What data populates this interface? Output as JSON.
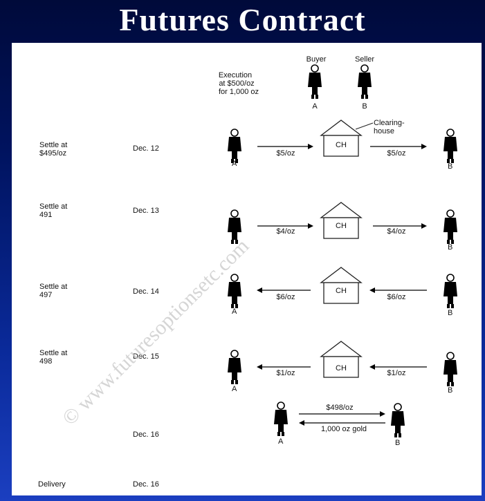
{
  "title": "Futures Contract",
  "execution": {
    "lines": [
      "Execution",
      "at $500/oz",
      "for 1,000 oz"
    ],
    "buyer": "Buyer",
    "seller": "Seller",
    "buyer_id": "A",
    "seller_id": "B"
  },
  "clearinghouse_note": [
    "Clearing-",
    "house"
  ],
  "ch_label": "CH",
  "rows": [
    {
      "settle": [
        "Settle at",
        "$495/oz"
      ],
      "date": "Dec. 12",
      "left_amount": "$5/oz",
      "right_amount": "$5/oz",
      "direction": "right",
      "a": "A",
      "b": "B"
    },
    {
      "settle": [
        "Settle at",
        "491"
      ],
      "date": "Dec. 13",
      "left_amount": "$4/oz",
      "right_amount": "$4/oz",
      "direction": "right",
      "a": "A",
      "b": "B"
    },
    {
      "settle": [
        "Settle at",
        "497"
      ],
      "date": "Dec. 14",
      "left_amount": "$6/oz",
      "right_amount": "$6/oz",
      "direction": "left",
      "a": "A",
      "b": "B"
    },
    {
      "settle": [
        "Settle at",
        "498"
      ],
      "date": "Dec. 15",
      "left_amount": "$1/oz",
      "right_amount": "$1/oz",
      "direction": "left",
      "a": "A",
      "b": "B"
    }
  ],
  "final": {
    "date": "Dec. 16",
    "top_arrow": "$498/oz",
    "bottom_arrow": "1,000 oz gold",
    "a": "A",
    "b": "B"
  },
  "delivery": {
    "label": "Delivery",
    "date": "Dec. 16"
  },
  "watermark": "© www.futuresoptionsetc.com"
}
